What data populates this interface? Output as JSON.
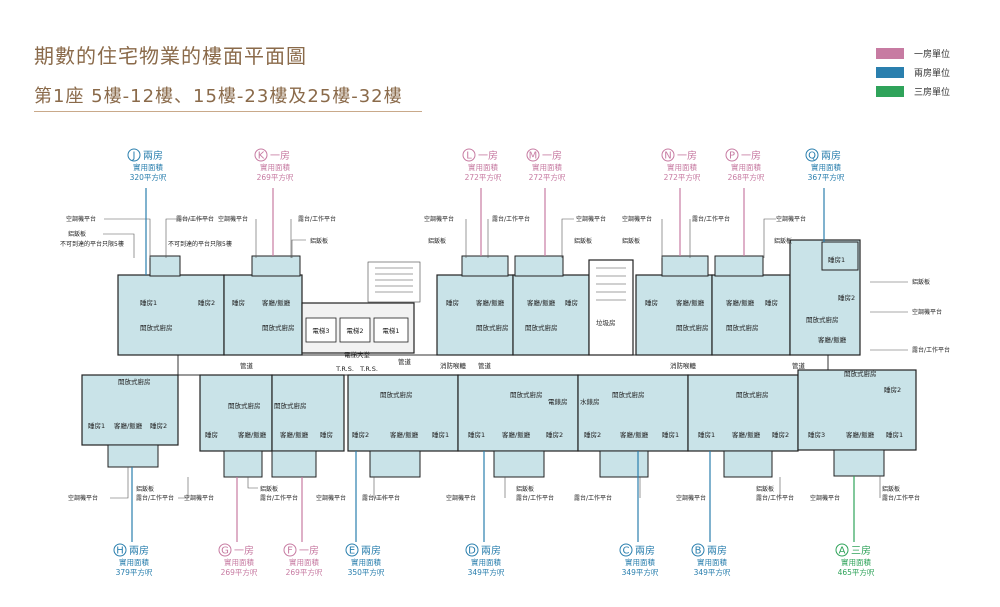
{
  "header": {
    "title": "期數的住宅物業的樓面平面圖",
    "subtitle": "第1座 5樓-12樓、15樓-23樓及25樓-32樓"
  },
  "legend": [
    {
      "label": "一房單位",
      "color": "#c77ba2"
    },
    {
      "label": "兩房單位",
      "color": "#2a7fae"
    },
    {
      "label": "三房單位",
      "color": "#2fa35a"
    }
  ],
  "colors": {
    "one_bed": "#c77ba2",
    "two_bed": "#2a7fae",
    "three_bed": "#2fa35a",
    "unit_fill": "#c9e3e8"
  },
  "units_top": [
    {
      "letter": "J",
      "type": "兩房",
      "area_label": "實用面積",
      "area": "320平方呎",
      "color": "#2a7fae"
    },
    {
      "letter": "K",
      "type": "一房",
      "area_label": "實用面積",
      "area": "269平方呎",
      "color": "#c77ba2"
    },
    {
      "letter": "L",
      "type": "一房",
      "area_label": "實用面積",
      "area": "272平方呎",
      "color": "#c77ba2"
    },
    {
      "letter": "M",
      "type": "一房",
      "area_label": "實用面積",
      "area": "272平方呎",
      "color": "#c77ba2"
    },
    {
      "letter": "N",
      "type": "一房",
      "area_label": "實用面積",
      "area": "272平方呎",
      "color": "#c77ba2"
    },
    {
      "letter": "P",
      "type": "一房",
      "area_label": "實用面積",
      "area": "268平方呎",
      "color": "#c77ba2"
    },
    {
      "letter": "Q",
      "type": "兩房",
      "area_label": "實用面積",
      "area": "367平方呎",
      "color": "#2a7fae"
    }
  ],
  "units_bottom": [
    {
      "letter": "H",
      "type": "兩房",
      "area_label": "實用面積",
      "area": "379平方呎",
      "color": "#2a7fae"
    },
    {
      "letter": "G",
      "type": "一房",
      "area_label": "實用面積",
      "area": "269平方呎",
      "color": "#c77ba2"
    },
    {
      "letter": "F",
      "type": "一房",
      "area_label": "實用面積",
      "area": "269平方呎",
      "color": "#c77ba2"
    },
    {
      "letter": "E",
      "type": "兩房",
      "area_label": "實用面積",
      "area": "350平方呎",
      "color": "#2a7fae"
    },
    {
      "letter": "D",
      "type": "兩房",
      "area_label": "實用面積",
      "area": "349平方呎",
      "color": "#2a7fae"
    },
    {
      "letter": "C",
      "type": "兩房",
      "area_label": "實用面積",
      "area": "349平方呎",
      "color": "#2a7fae"
    },
    {
      "letter": "B",
      "type": "兩房",
      "area_label": "實用面積",
      "area": "349平方呎",
      "color": "#2a7fae"
    },
    {
      "letter": "A",
      "type": "三房",
      "area_label": "實用面積",
      "area": "465平方呎",
      "color": "#2fa35a"
    }
  ],
  "plan_labels": {
    "ac_platform": "空調機平台",
    "balcony": "露台/工作平台",
    "grille": "鋁鈑板",
    "bedroom": "睡房",
    "bedroom1": "睡房1",
    "bedroom2": "睡房2",
    "bedroom3": "睡房3",
    "living": "客廳/飯廳",
    "kitchen": "開放式廚房",
    "lift1": "電梯1",
    "lift2": "電梯2",
    "lift3": "電梯3",
    "lobby": "電梯大堂",
    "trs": "T.R.S.",
    "corridor": "管道",
    "no_access": "不可到達的平台只限5樓",
    "fire_hose": "消防喉轆",
    "refuse": "垃圾房",
    "water": "水錶房",
    "electric": "電錶房"
  }
}
